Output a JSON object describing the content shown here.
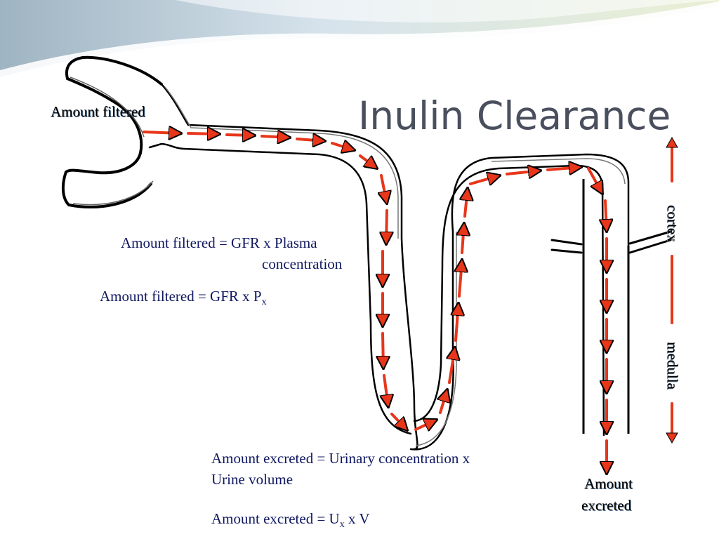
{
  "slide": {
    "title": "Inulin Clearance",
    "label_filtered": "Amount filtered",
    "label_excreted_line1": "Amount",
    "label_excreted_line2": "excreted",
    "label_cortex": "cortex",
    "label_medulla": "medulla",
    "eq1_line1": "Amount filtered = GFR x Plasma",
    "eq1_line2": "concentration",
    "eq2_prefix": "Amount filtered = GFR x P",
    "eq2_sub": "x",
    "eq3_line1": "Amount excreted = Urinary concentration x",
    "eq3_line2": "Urine volume",
    "eq4_prefix": "Amount excreted = U",
    "eq4_sub": "x",
    "eq4_suffix": " x V"
  },
  "colors": {
    "title": "#4a4f5e",
    "equations": "#0f1760",
    "arrows": "#e8361a",
    "header_band": "#cfe0ec",
    "header_accent": "#e8edc8"
  }
}
